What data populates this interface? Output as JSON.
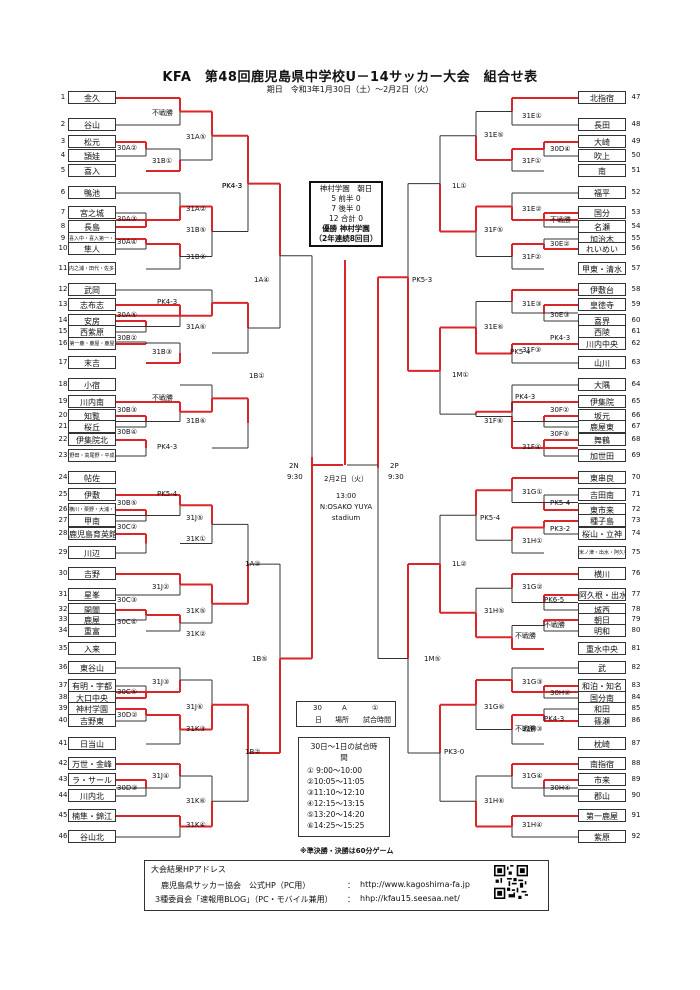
{
  "header": {
    "title": "KFA　第48回鹿児島県中学校U－14サッカー大会　組合せ表",
    "subtitle": "期日　令和3年1月30日（土）～2月2日（火）"
  },
  "left_teams": [
    {
      "num": "1",
      "name": "金久"
    },
    {
      "num": "2",
      "name": "谷山"
    },
    {
      "num": "3",
      "name": "松元"
    },
    {
      "num": "4",
      "name": "頴娃"
    },
    {
      "num": "5",
      "name": "喜入"
    },
    {
      "num": "6",
      "name": "鴨池"
    },
    {
      "num": "7",
      "name": "宮之城"
    },
    {
      "num": "8",
      "name": "長島"
    },
    {
      "num": "9",
      "name": "喜入中・喜入第一・喜入第二"
    },
    {
      "num": "10",
      "name": "隼人"
    },
    {
      "num": "11",
      "name": "内之浦・田代・佐多・大根占"
    },
    {
      "num": "12",
      "name": "武岡"
    },
    {
      "num": "13",
      "name": "志布志"
    },
    {
      "num": "14",
      "name": "安房"
    },
    {
      "num": "15",
      "name": "西紫原"
    },
    {
      "num": "16",
      "name": "第一鹿・鹿屋・鹿屋"
    },
    {
      "num": "17",
      "name": "末吉"
    },
    {
      "num": "18",
      "name": "小宿"
    },
    {
      "num": "19",
      "name": "川内南"
    },
    {
      "num": "20",
      "name": "知覧"
    },
    {
      "num": "21",
      "name": "桜丘"
    },
    {
      "num": "22",
      "name": "伊集院北"
    },
    {
      "num": "23",
      "name": "野田・高尾野・平成"
    },
    {
      "num": "24",
      "name": "帖佐"
    },
    {
      "num": "25",
      "name": "伊敷"
    },
    {
      "num": "26",
      "name": "横川・栗野・大浦・吉松"
    },
    {
      "num": "27",
      "name": "甲南"
    },
    {
      "num": "28",
      "name": "鹿児島育英館"
    },
    {
      "num": "29",
      "name": "川辺"
    },
    {
      "num": "30",
      "name": "吉野"
    },
    {
      "num": "31",
      "name": "星峯"
    },
    {
      "num": "32",
      "name": "開聞"
    },
    {
      "num": "33",
      "name": "鹿屋"
    },
    {
      "num": "34",
      "name": "重富"
    },
    {
      "num": "35",
      "name": "入来"
    },
    {
      "num": "36",
      "name": "東谷山"
    },
    {
      "num": "37",
      "name": "有明・宇都"
    },
    {
      "num": "38",
      "name": "大口中央"
    },
    {
      "num": "39",
      "name": "神村学園"
    },
    {
      "num": "40",
      "name": "吉野東"
    },
    {
      "num": "41",
      "name": "日当山"
    },
    {
      "num": "42",
      "name": "万世・金峰"
    },
    {
      "num": "43",
      "name": "ラ・サール"
    },
    {
      "num": "44",
      "name": "川内北"
    },
    {
      "num": "45",
      "name": "楠隼・錦江"
    },
    {
      "num": "46",
      "name": "谷山北"
    }
  ],
  "right_teams": [
    {
      "num": "47",
      "name": "北指宿"
    },
    {
      "num": "48",
      "name": "長田"
    },
    {
      "num": "49",
      "name": "大崎"
    },
    {
      "num": "50",
      "name": "吹上"
    },
    {
      "num": "51",
      "name": "南"
    },
    {
      "num": "52",
      "name": "福平"
    },
    {
      "num": "53",
      "name": "国分"
    },
    {
      "num": "54",
      "name": "名瀬"
    },
    {
      "num": "55",
      "name": "加治木"
    },
    {
      "num": "56",
      "name": "れいめい"
    },
    {
      "num": "57",
      "name": "甲東・清水"
    },
    {
      "num": "58",
      "name": "伊敷台"
    },
    {
      "num": "59",
      "name": "皇徳寺"
    },
    {
      "num": "60",
      "name": "喜界"
    },
    {
      "num": "61",
      "name": "西陵"
    },
    {
      "num": "62",
      "name": "川内中央"
    },
    {
      "num": "63",
      "name": "山川"
    },
    {
      "num": "64",
      "name": "大隅"
    },
    {
      "num": "65",
      "name": "伊集院"
    },
    {
      "num": "66",
      "name": "坂元"
    },
    {
      "num": "67",
      "name": "鹿屋東"
    },
    {
      "num": "68",
      "name": "舞鶴"
    },
    {
      "num": "69",
      "name": "加世田"
    },
    {
      "num": "70",
      "name": "東串良"
    },
    {
      "num": "71",
      "name": "吉田南"
    },
    {
      "num": "72",
      "name": "東市来"
    },
    {
      "num": "73",
      "name": "種子島"
    },
    {
      "num": "74",
      "name": "桜山・立神"
    },
    {
      "num": "75",
      "name": "米ノ津・出水・阿久根"
    },
    {
      "num": "76",
      "name": "横川"
    },
    {
      "num": "77",
      "name": "阿久根・出水"
    },
    {
      "num": "78",
      "name": "城西"
    },
    {
      "num": "79",
      "name": "朝日"
    },
    {
      "num": "80",
      "name": "明和"
    },
    {
      "num": "81",
      "name": "重水中央"
    },
    {
      "num": "82",
      "name": "武"
    },
    {
      "num": "83",
      "name": "和泊・知名"
    },
    {
      "num": "84",
      "name": "国分南"
    },
    {
      "num": "85",
      "name": "和田"
    },
    {
      "num": "86",
      "name": "篠瀬"
    },
    {
      "num": "87",
      "name": "枕崎"
    },
    {
      "num": "88",
      "name": "南指宿"
    },
    {
      "num": "89",
      "name": "市来"
    },
    {
      "num": "90",
      "name": "郡山"
    },
    {
      "num": "91",
      "name": "第一鹿屋"
    },
    {
      "num": "92",
      "name": "紫原"
    }
  ],
  "champion": {
    "team": "神村学園",
    "opponent": "朝日",
    "row1": "5 前半 0",
    "row2": "7 後半 0",
    "row3": "12 合計 0",
    "winner": "優勝 神村学園",
    "streak": "（2年連続8回目）"
  },
  "final": {
    "date": "2月2日（火）",
    "time": "13:00",
    "venue": "N:OSAKO YUYA",
    "venue2": "stadium",
    "semi_left": "2N",
    "semi_left_time": "9:30",
    "semi_right": "2P",
    "semi_right_time": "9:30"
  },
  "legend": {
    "a": "30",
    "b": "A",
    "c": "①",
    "d": "日",
    "e": "場所",
    "f": "試合時間"
  },
  "times": {
    "heading": "30日～1日の試合時間",
    "slots": [
      "① 9:00～10:00",
      "②10:05～11:05",
      "③11:10～12:10",
      "④12:15～13:15",
      "⑤13:20～14:20",
      "⑥14:25～15:25"
    ]
  },
  "note": "※準決勝・決勝は60分ゲーム",
  "hp": {
    "heading": "大会結果HPアドレス",
    "line1_label": "鹿児島県サッカー協会　公式HP（PC用）",
    "line1_sep": "：",
    "line1_url": "http://www.kagoshima-fa.jp",
    "line2_label": "3種委員会「速報用BLOG」（PC・モバイル兼用）",
    "line2_sep": "：",
    "line2_url": "hhp://kfau15.seesaa.net/"
  },
  "match_labels": [
    "不戦勝",
    "31A⑤",
    "30A②",
    "31B①",
    "31A②",
    "30A③",
    "30A④",
    "31B⑤",
    "31B②",
    "PK4-3",
    "1A④",
    "PK4-3",
    "30A⑤",
    "31A⑥",
    "30B②",
    "31B③",
    "1B①",
    "不戦勝",
    "30B③",
    "30B④",
    "PK4-3",
    "31B⑥",
    "PK5-4",
    "30B⑤",
    "30C②",
    "31J⑤",
    "31K①",
    "1A②",
    "31J②",
    "30C③",
    "30C④",
    "31K⑤",
    "31K②",
    "31J③",
    "30C⑤",
    "30D②",
    "31J⑥",
    "31K③",
    "1B②",
    "31J④",
    "30D③",
    "31K⑥",
    "31K④",
    "1B⑤",
    "PK4-3",
    "31E①",
    "31E⑤",
    "30D④",
    "31F①",
    "1L①",
    "31E②",
    "不戦勝",
    "31F⑤",
    "30E②",
    "31F②",
    "PK5-3",
    "31E③",
    "30E③",
    "PK4-3",
    "31E⑥",
    "PK5-4",
    "31F③",
    "1M①",
    "PK4-3",
    "30F②",
    "31F⑥",
    "30F③",
    "31F④",
    "31G①",
    "PK5-4",
    "31H①",
    "PK3-2",
    "PK5-4",
    "1L②",
    "31G②",
    "PK6-5",
    "31H⑤",
    "不戦勝",
    "不戦勝",
    "1M⑤",
    "31G③",
    "30H②",
    "31G⑥",
    "PK4-3",
    "不戦勝",
    "31H③",
    "PK3-0",
    "31G④",
    "30H④",
    "31H⑥",
    "31H④"
  ]
}
